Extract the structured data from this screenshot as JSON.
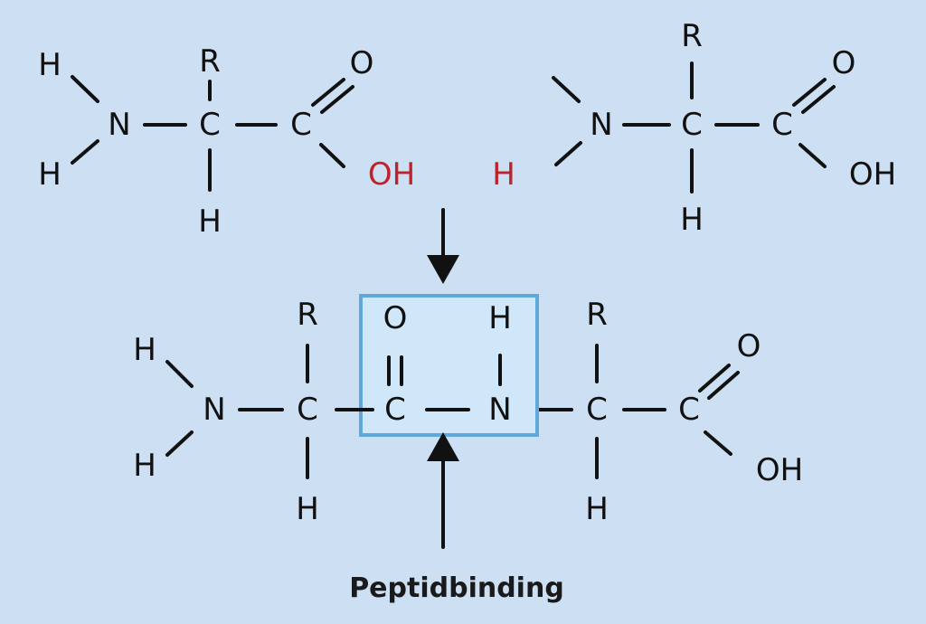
{
  "colors": {
    "background": "#cddff2",
    "highlight_fill": "#cfe7f8",
    "highlight_border": "#5fa8dc",
    "removed_atoms": "#c0222b",
    "ink": "#111111"
  },
  "amino_acid_1": {
    "atoms": [
      "H",
      "H",
      "N",
      "C",
      "R",
      "H",
      "C",
      "O",
      "OH"
    ]
  },
  "amino_acid_2": {
    "atoms": [
      "H",
      "N",
      "C",
      "R",
      "H",
      "C",
      "O",
      "OH"
    ]
  },
  "dipeptide": {
    "atoms": [
      "H",
      "H",
      "N",
      "C",
      "R",
      "H",
      "C",
      "O",
      "N",
      "H",
      "C",
      "R",
      "H",
      "C",
      "O",
      "OH"
    ]
  },
  "label": "Peptidbinding"
}
